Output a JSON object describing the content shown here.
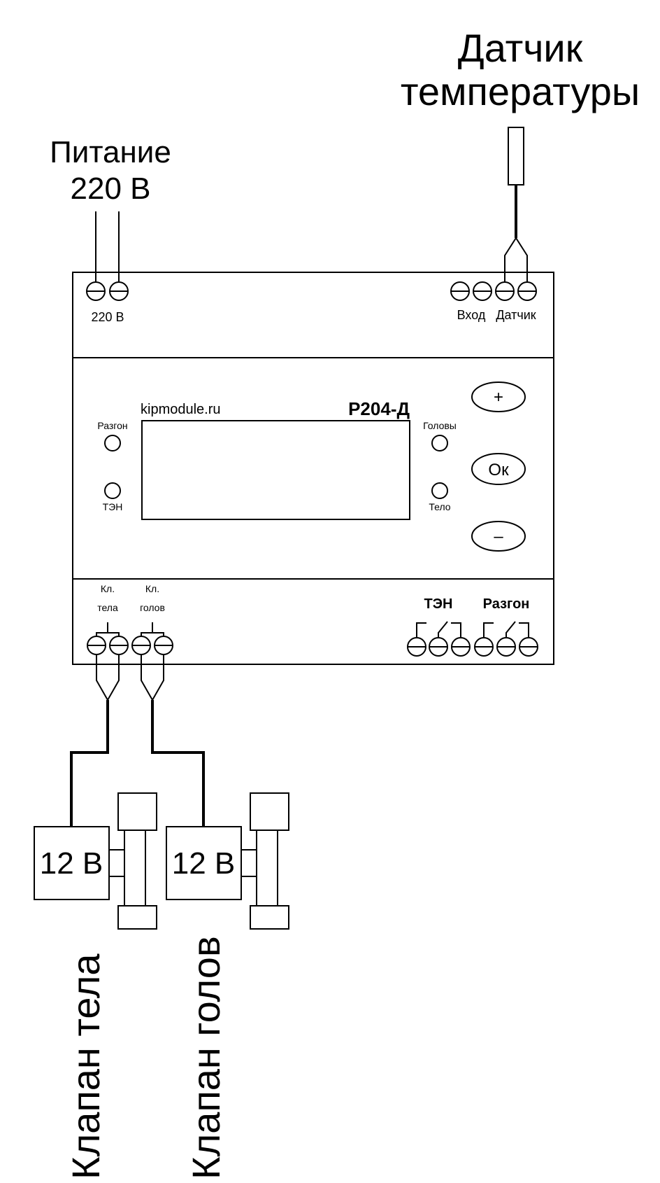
{
  "power": {
    "line1": "Питание",
    "line2": "220 В"
  },
  "sensor": {
    "line1": "Датчик",
    "line2": "температуры"
  },
  "device": {
    "terminal_power": "220 В",
    "terminal_input": "Вход",
    "terminal_sensor": "Датчик",
    "brand": "kipmodule.ru",
    "model": "Р204-Д",
    "led_razgon": "Разгон",
    "led_ten": "ТЭН",
    "led_golovy": "Головы",
    "led_telo": "Тело",
    "btn_plus": "+",
    "btn_ok": "Ок",
    "btn_minus": "–",
    "kl_tela_1": "Кл.",
    "kl_tela_2": "тела",
    "kl_golov_1": "Кл.",
    "kl_golov_2": "голов",
    "relay_ten": "ТЭН",
    "relay_razgon": "Разгон"
  },
  "valves": [
    {
      "voltage": "12 В",
      "caption": "Клапан тела"
    },
    {
      "voltage": "12 В",
      "caption": "Клапан голов"
    }
  ]
}
